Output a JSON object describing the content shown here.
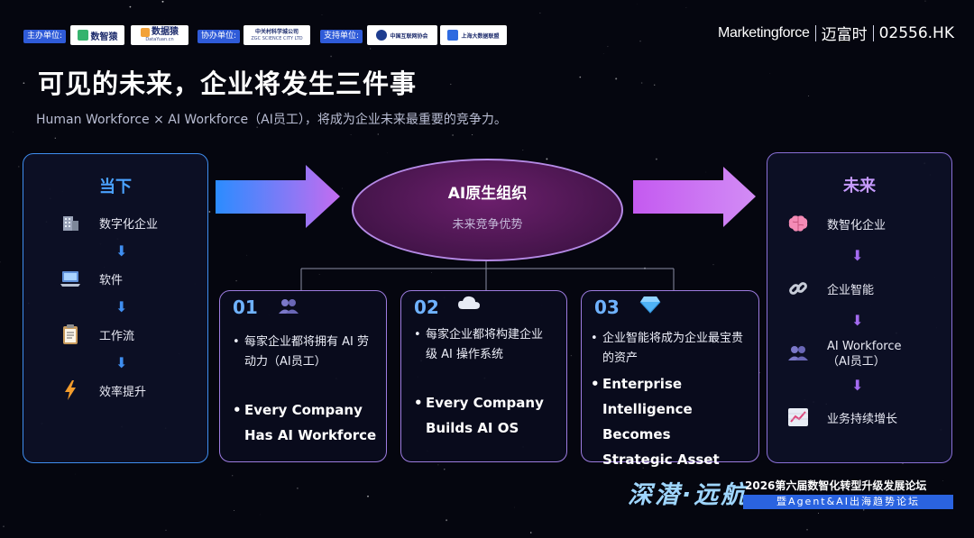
{
  "header": {
    "host_label": "主办单位:",
    "host_logos": [
      "数智猿",
      "数据猿"
    ],
    "host_logo2_sub": "DataYuan.cn",
    "coorg_label": "协办单位:",
    "coorg_logo": "中关村科学城公司",
    "coorg_sub": "ZGC SCIENCE CITY LTD",
    "support_label": "支持单位:",
    "support_logos": [
      "中国互联网协会",
      "上海大数据联盟"
    ],
    "brand": {
      "name": "Marketingforce",
      "cn": "迈富时",
      "code": "02556.HK"
    }
  },
  "title": "可见的未来，企业将发生三件事",
  "subtitle": "Human Workforce × AI Workforce（AI员工），将成为企业未来最重要的竞争力。",
  "left_panel": {
    "title": "当下",
    "items": [
      {
        "label": "数字化企业",
        "icon": "office-building-icon"
      },
      {
        "label": "软件",
        "icon": "laptop-icon"
      },
      {
        "label": "工作流",
        "icon": "clipboard-icon"
      },
      {
        "label": "效率提升",
        "icon": "lightning-icon"
      }
    ]
  },
  "center": {
    "title": "AI原生组织",
    "subtitle": "未来竞争优势"
  },
  "cards": [
    {
      "num": "01",
      "icon": "people-icon",
      "cn": [
        "每家企业都将拥有 AI 劳",
        "动力（AI员工）"
      ],
      "en": [
        "Every Company",
        "Has AI Workforce"
      ]
    },
    {
      "num": "02",
      "icon": "cloud-icon",
      "cn": [
        "每家企业都将构建企业",
        "级 AI 操作系统"
      ],
      "en": [
        "Every Company",
        "Builds AI OS"
      ]
    },
    {
      "num": "03",
      "icon": "diamond-icon",
      "cn": [
        "企业智能将成为企业最宝贵",
        "的资产"
      ],
      "en": [
        "Enterprise",
        "Intelligence Becomes",
        "Strategic Asset"
      ]
    }
  ],
  "right_panel": {
    "title": "未来",
    "items": [
      {
        "label": "数智化企业",
        "icon": "brain-icon"
      },
      {
        "label": "企业智能",
        "icon": "link-icon"
      },
      {
        "label": "AI Workforce",
        "label2": "（AI员工）",
        "icon": "people-icon"
      },
      {
        "label": "业务持续增长",
        "icon": "chart-increasing-icon"
      }
    ]
  },
  "footer": {
    "logo_text": "深潜·远航",
    "line1": "2026第六届数智化转型升级发展论坛",
    "line2": "暨Agent&AI出海趋势论坛"
  },
  "colors": {
    "accent_blue": "#3f8ef0",
    "accent_purple": "#b58ae6",
    "background": "#05060f"
  }
}
